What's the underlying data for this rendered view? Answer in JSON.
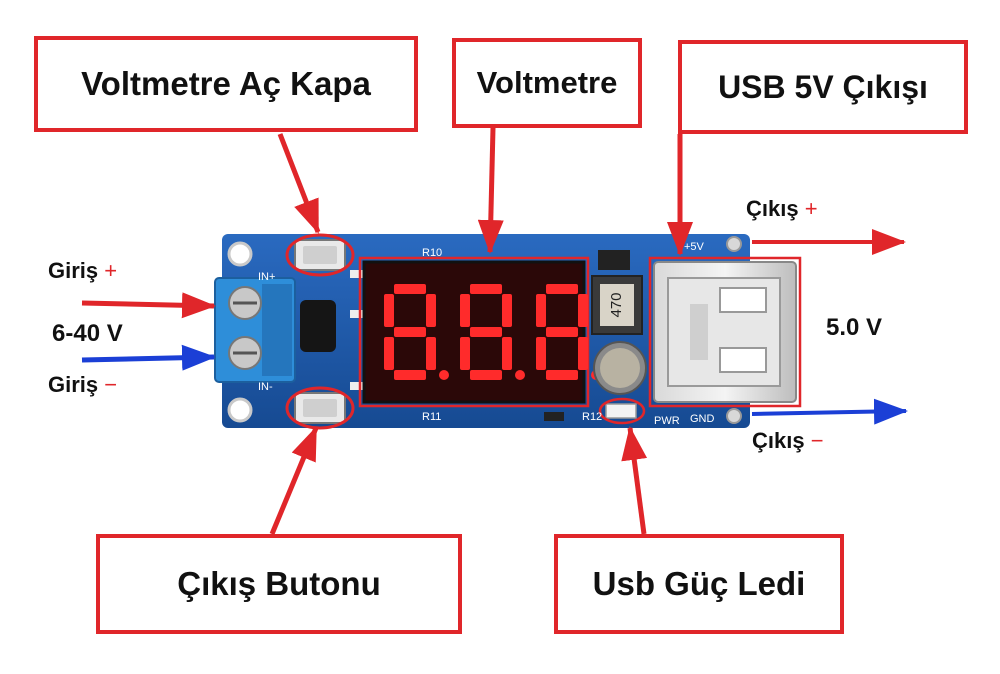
{
  "callouts": {
    "voltmeter_toggle": "Voltmetre Aç Kapa",
    "voltmeter": "Voltmetre",
    "usb_output": "USB 5V Çıkışı",
    "output_button": "Çıkış Butonu",
    "usb_power_led": "Usb Güç Ledi"
  },
  "labels": {
    "input_pos": "Giriş",
    "input_pos_sign": "+",
    "input_range": "6-40 V",
    "input_neg": "Giriş",
    "input_neg_sign": "−",
    "output_pos": "Çıkış",
    "output_pos_sign": "+",
    "output_voltage": "5.0 V",
    "output_neg": "Çıkış",
    "output_neg_sign": "−"
  },
  "board": {
    "display_digits": "8.8.8.",
    "inductor_marking": "470",
    "silk_in_plus": "IN+",
    "silk_in_minus": "IN-",
    "silk_5v": "+5V",
    "silk_pwr": "PWR",
    "silk_gnd": "GND",
    "silk_r10": "R10",
    "silk_r11": "R11",
    "silk_r12": "R12"
  },
  "colors": {
    "callout_border": "#e0262a",
    "arrow_red": "#e0262a",
    "arrow_blue": "#1b3fd6",
    "pcb": "#1f5aa8",
    "display_bg": "#3a0a0a",
    "segment": "#ff2b2b"
  }
}
